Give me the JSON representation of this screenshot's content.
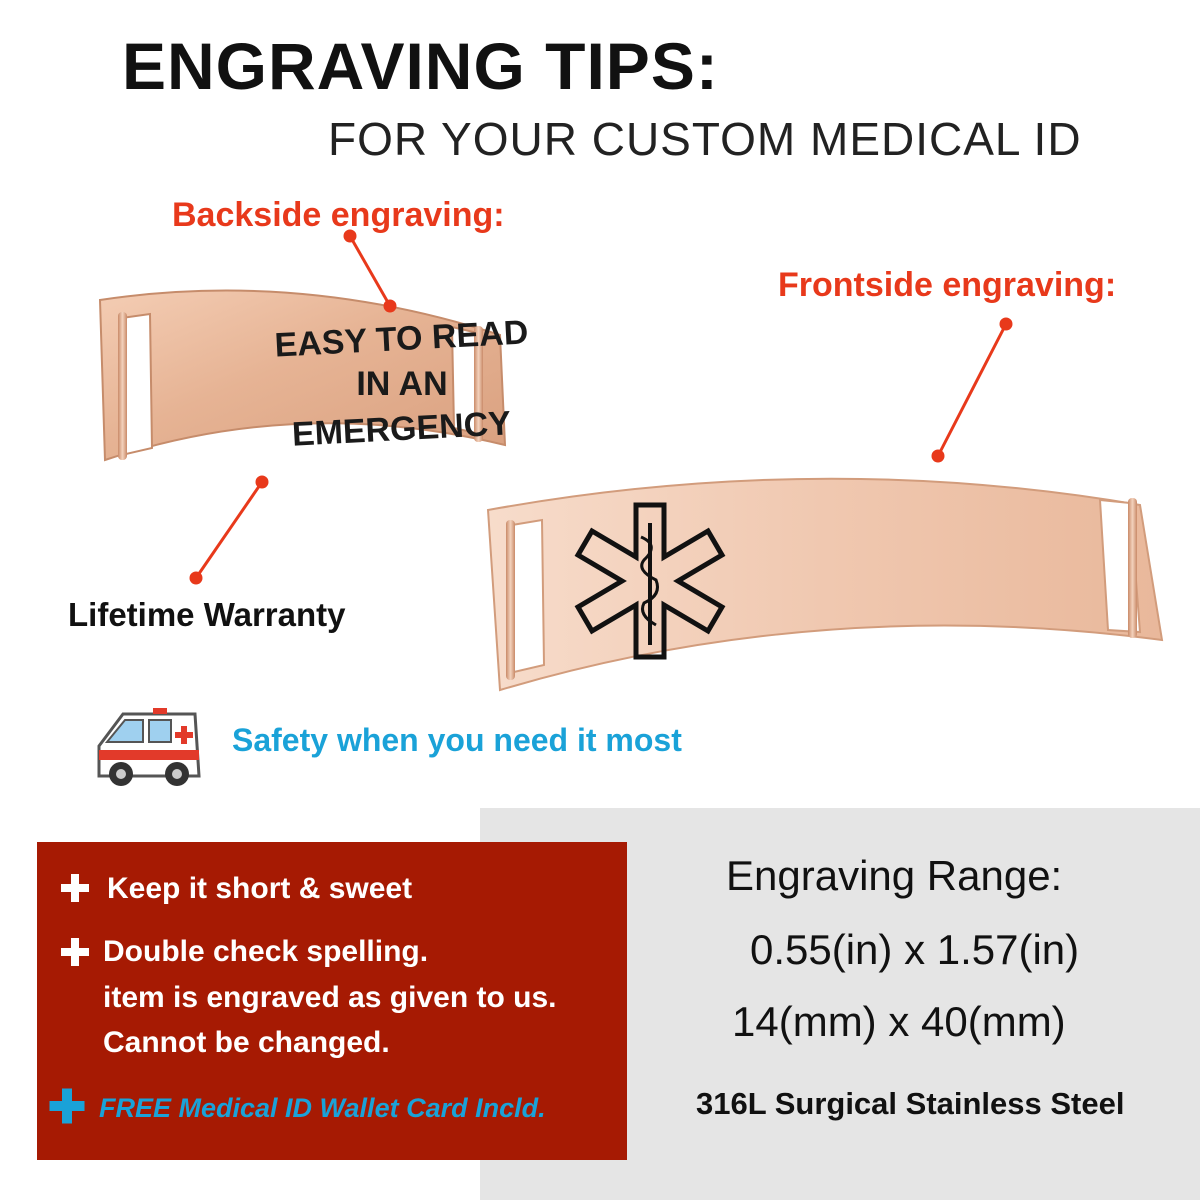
{
  "header": {
    "title": "ENGRAVING TIPS:",
    "subtitle": "FOR YOUR CUSTOM MEDICAL ID"
  },
  "callouts": {
    "backside": "Backside engraving:",
    "frontside": "Frontside engraving:",
    "warranty": "Lifetime Warranty",
    "safety": "Safety when you need it most"
  },
  "back_tag": {
    "lines": [
      "EASY TO READ",
      "IN AN",
      "EMERGENCY"
    ]
  },
  "tips": {
    "items": [
      {
        "lines": [
          "Keep it short & sweet"
        ]
      },
      {
        "lines": [
          "Double check spelling.",
          "item is engraved as given to us.",
          "Cannot be changed."
        ]
      }
    ],
    "free_card": "FREE Medical ID Wallet Card Incld."
  },
  "specs": {
    "range_label": "Engraving Range:",
    "range_in": "0.55(in) x 1.57(in)",
    "range_mm": "14(mm) x 40(mm)",
    "material": "316L Surgical Stainless Steel"
  },
  "icons": [
    "ambulance-icon",
    "star-of-life-icon",
    "plus-icon"
  ],
  "colors": {
    "callout_red": "#e8391b",
    "panel_red": "#a61a03",
    "accent_blue": "#1aa2d8",
    "panel_gray": "#e5e5e5",
    "rose_gold": "#e9b89b"
  }
}
